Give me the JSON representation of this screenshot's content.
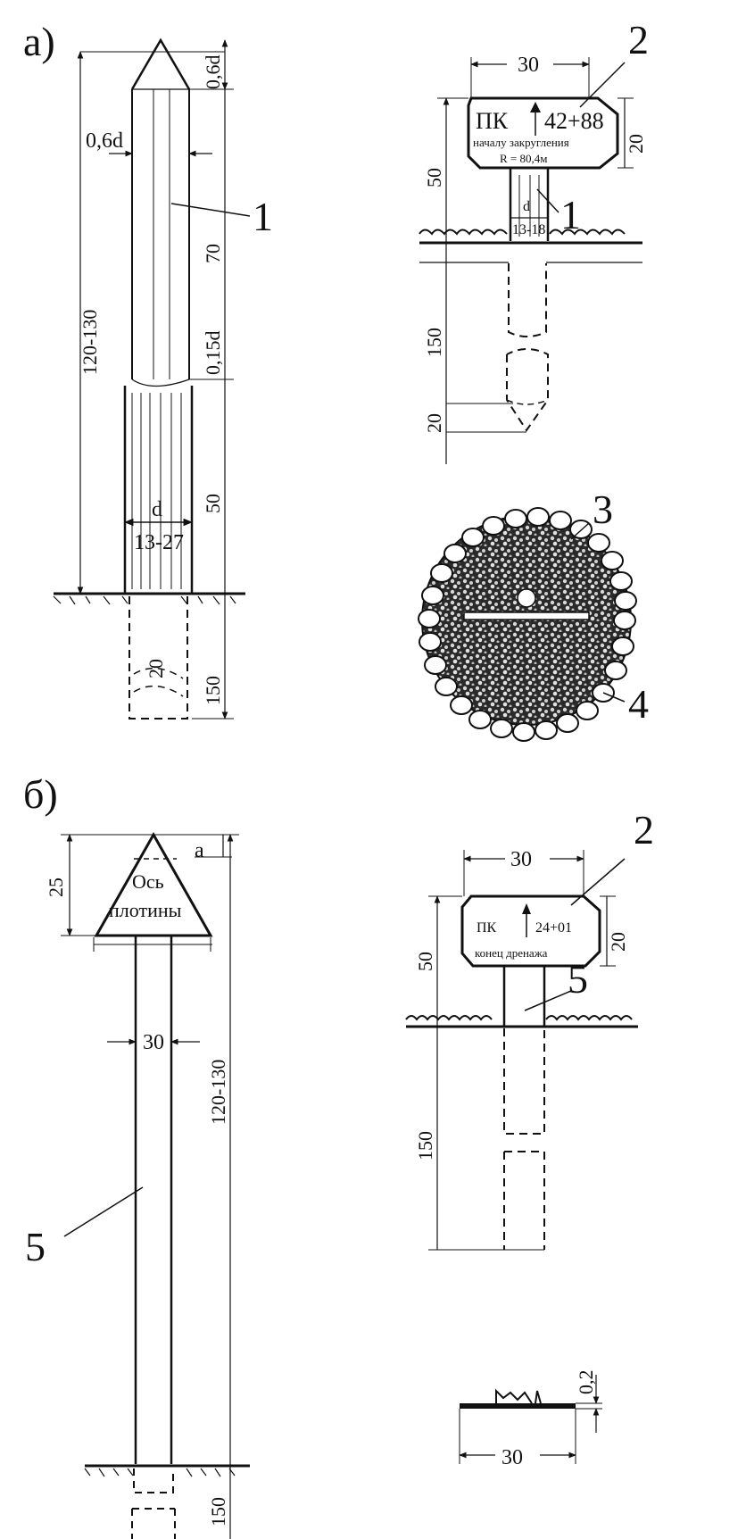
{
  "colors": {
    "ink": "#111111",
    "paper": "#ffffff"
  },
  "labels": {
    "part_a": "а)",
    "part_b": "б)",
    "ref1": "1",
    "ref1b": "1",
    "ref2": "2",
    "ref2b": "2",
    "ref3": "3",
    "ref4": "4",
    "ref5": "5",
    "ref5b": "5"
  },
  "dims_a_left": {
    "total": "120-130",
    "tip": "0,6d",
    "width_top": "0,6d",
    "upper": "70",
    "transition": "0,15d",
    "lower": "50",
    "d": "d",
    "dia": "13-27",
    "depth": "150",
    "tip_bottom": "20"
  },
  "sign_a": {
    "width": "30",
    "height": "20",
    "post": "50",
    "depth": "150",
    "tip": "20",
    "prefix": "ПК",
    "value": "42+88",
    "text1": "началу закругления",
    "text2": "R = 80,4м",
    "d": "d",
    "dia": "13-18"
  },
  "dims_b_left": {
    "top": "25",
    "a": "a",
    "width": "30",
    "total": "120-130",
    "depth": "150",
    "line1": "Ось",
    "line2": "плотины"
  },
  "sign_b": {
    "width": "30",
    "height": "20",
    "post": "50",
    "depth": "150",
    "prefix": "ПК",
    "value": "24+01",
    "text1": "конец дренажа"
  },
  "section": {
    "thickness": "0,2",
    "width": "30"
  }
}
